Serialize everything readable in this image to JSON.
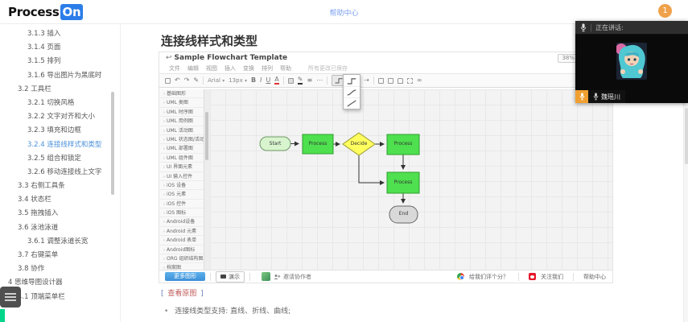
{
  "header": {
    "logo_text": "Process",
    "logo_badge": "On",
    "nav_link": "帮助中心",
    "notification_count": "1"
  },
  "sidebar": {
    "items": [
      {
        "label": "3.1.3 插入",
        "level": 3
      },
      {
        "label": "3.1.4 页面",
        "level": 3
      },
      {
        "label": "3.1.5 排列",
        "level": 3
      },
      {
        "label": "3.1.6 导出图片为黑底时",
        "level": 3
      },
      {
        "label": "3.2 工具栏",
        "level": 2
      },
      {
        "label": "3.2.1 切换风格",
        "level": 3
      },
      {
        "label": "3.2.2 文字对齐和大小",
        "level": 3
      },
      {
        "label": "3.2.3 填充和边框",
        "level": 3
      },
      {
        "label": "3.2.4 连接线样式和类型",
        "level": 3,
        "active": true
      },
      {
        "label": "3.2.5 组合和锁定",
        "level": 3
      },
      {
        "label": "3.2.6 移动连接线上文字",
        "level": 3
      },
      {
        "label": "3.3 右侧工具条",
        "level": 2
      },
      {
        "label": "3.4 状态栏",
        "level": 2
      },
      {
        "label": "3.5 拖拽插入",
        "level": 2
      },
      {
        "label": "3.6 泳池泳道",
        "level": 2
      },
      {
        "label": "3.6.1 调整泳道长宽",
        "level": 3
      },
      {
        "label": "3.7 右键菜单",
        "level": 2
      },
      {
        "label": "3.8 协作",
        "level": 2
      },
      {
        "label": "4 思维导图设计器",
        "level": 1
      },
      {
        "label": "4.1 顶端菜单栏",
        "level": 2
      }
    ]
  },
  "content": {
    "title": "连接线样式和类型",
    "view_original": {
      "open": "[",
      "label": "查看原图",
      "close": "]"
    },
    "bullet": "连接线类型支持: 直线、折线、曲线;"
  },
  "editor": {
    "title": "Sample Flowchart Template",
    "zoom_level": "38%",
    "menus": [
      "文件",
      "编辑",
      "视图",
      "插入",
      "变换",
      "排列",
      "帮助"
    ],
    "save_status": "所有更改已保存",
    "toolbar": {
      "font": "Arial",
      "size": "13px",
      "bold": "B",
      "italic": "I",
      "underline": "U",
      "font_color": "A"
    },
    "shape_panel": {
      "categories": [
        "基础图形",
        "UML 类图",
        "UML 时序图",
        "UML 用例图",
        "UML 活动图",
        "UML 状态图/活动图",
        "UML 部署图",
        "UML 组件图",
        "UI 界面元素",
        "UI 输入控件",
        "iOS 设备",
        "iOS 元素",
        "iOS 控件",
        "iOS 图标",
        "Android设备",
        "Android 元素",
        "Android 表单",
        "Android图标",
        "ORG 组织结构图",
        "档案图"
      ],
      "more_button": "更多图形"
    },
    "statusbar": {
      "present": "演示",
      "invite": "邀请协作者",
      "rate": "给我们评个分？",
      "follow": "关注我们",
      "help": "帮助中心"
    }
  },
  "flowchart": {
    "nodes": [
      {
        "id": "start",
        "label": "Start",
        "type": "terminator"
      },
      {
        "id": "process1",
        "label": "Process",
        "type": "process"
      },
      {
        "id": "decide",
        "label": "Decide",
        "type": "decision"
      },
      {
        "id": "process2",
        "label": "Process",
        "type": "process"
      },
      {
        "id": "process3",
        "label": "Process",
        "type": "process"
      },
      {
        "id": "end",
        "label": "End",
        "type": "terminator"
      }
    ]
  },
  "call": {
    "header": "正在讲话:",
    "speaker": "魏瑶川"
  },
  "colors": {
    "brand_blue": "#2b7de9",
    "active_link": "#4a90d9",
    "process_green": "#4ee04e",
    "start_green": "#d8f4cf",
    "decision_yellow": "#ffff5e",
    "end_gray": "#d9d9d9",
    "orange_badge": "#f0a14b",
    "widget_green": "#00d68a"
  }
}
